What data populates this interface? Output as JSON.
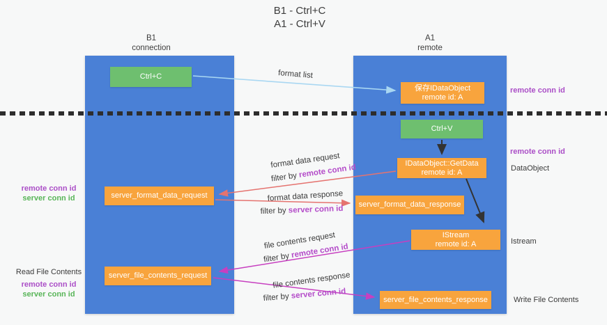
{
  "title": {
    "line1": "B1 - Ctrl+C",
    "line2": "A1 - Ctrl+V"
  },
  "colors": {
    "column_blue": "#4a80d6",
    "box_orange": "#f8a43d",
    "box_green": "#6ebf6f",
    "arrow_salmon": "#e5736f",
    "arrow_magenta": "#c73fc0",
    "arrow_lightblue": "#a9d7f2",
    "arrow_black": "#333333",
    "text_purple": "#ab4fc7",
    "text_green": "#58b558"
  },
  "columns": {
    "left": {
      "title": "B1",
      "subtitle": "connection"
    },
    "right": {
      "title": "A1",
      "subtitle": "remote"
    }
  },
  "nodes": {
    "ctrl_c": {
      "label": "Ctrl+C"
    },
    "save_dataobject": {
      "line1": "保存IDataObject",
      "line2": "remote id: A"
    },
    "ctrl_v": {
      "label": "Ctrl+V"
    },
    "getdata": {
      "line1": "IDataObject::GetData",
      "line2": "remote id: A"
    },
    "server_format_data_request": {
      "label": "server_format_data_request"
    },
    "server_format_data_response": {
      "label": "server_format_data_response"
    },
    "istream": {
      "line1": "IStream",
      "line2": "remote id: A"
    },
    "server_file_contents_request": {
      "label": "server_file_contents_request"
    },
    "server_file_contents_response": {
      "label": "server_file_contents_response"
    }
  },
  "arrow_labels": {
    "format_list": "format list",
    "format_data_request": {
      "line1": "format data request",
      "filter_prefix": "filter by ",
      "filter_key": "remote conn id"
    },
    "format_data_response": {
      "line1": "format data response",
      "filter_prefix": "filter by ",
      "filter_key": "server conn id"
    },
    "file_contents_request": {
      "line1": "file contents request",
      "filter_prefix": "filter by ",
      "filter_key": "remote conn id"
    },
    "file_contents_response": {
      "line1": "file contents response",
      "filter_prefix": "filter by ",
      "filter_key": "server conn id"
    }
  },
  "side_labels": {
    "right_remote_conn_id_1": "remote conn id",
    "right_remote_conn_id_2": "remote conn id",
    "right_dataobject": "DataObject",
    "right_istream": "Istream",
    "right_write_file_contents": "Write File Contents",
    "left_remote_conn_id_1": "remote conn id",
    "left_server_conn_id_1": "server conn id",
    "left_read_file_contents": "Read File Contents",
    "left_remote_conn_id_2": "remote conn id",
    "left_server_conn_id_2": "server conn id"
  }
}
